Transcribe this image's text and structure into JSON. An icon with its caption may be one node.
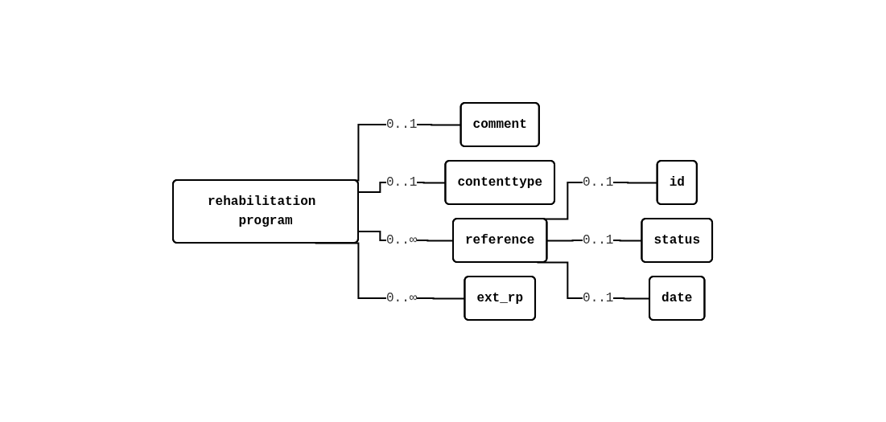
{
  "diagram": {
    "nodes": [
      {
        "text": [
          "rehabilitation program"
        ]
      },
      {
        "text": [
          "comment"
        ]
      },
      {
        "text": [
          "contenttype"
        ]
      },
      {
        "text": [
          "reference"
        ]
      },
      {
        "text": [
          "id"
        ]
      },
      {
        "text": [
          "status"
        ]
      },
      {
        "text": [
          "date"
        ]
      },
      {
        "text": [
          "ext_rp"
        ]
      }
    ],
    "edges": [
      {
        "from": 0,
        "to": 1,
        "arrow": "none",
        "label": "0..1"
      },
      {
        "from": 0,
        "to": 2,
        "arrow": "none",
        "label": "0..1"
      },
      {
        "from": 0,
        "to": 3,
        "arrow": "none",
        "label": "0..∞"
      },
      {
        "from": 3,
        "to": 4,
        "arrow": "none",
        "label": "0..1"
      },
      {
        "from": 3,
        "to": 5,
        "arrow": "none",
        "label": "0..1"
      },
      {
        "from": 3,
        "to": 6,
        "arrow": "none",
        "label": "0..1"
      },
      {
        "from": 0,
        "to": 7,
        "arrow": "none",
        "label": "0..∞"
      }
    ]
  }
}
